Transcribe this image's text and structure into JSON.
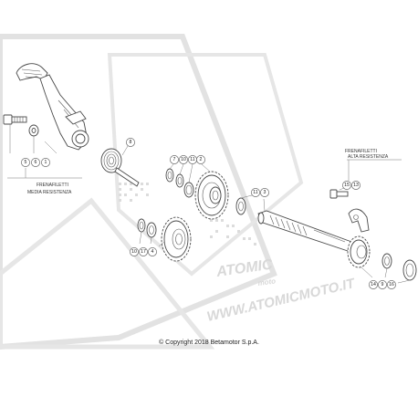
{
  "callouts": {
    "c5": "5",
    "c6": "6",
    "c1": "1",
    "c8": "8",
    "c7": "7",
    "c10a": "10",
    "c11a": "11",
    "c2": "2",
    "c11b": "11",
    "c3": "3",
    "c10b": "10",
    "c17": "17",
    "c4": "4",
    "c15": "15",
    "c13": "13",
    "c14": "14",
    "c9": "9",
    "c16": "16"
  },
  "notes": {
    "left_line1": "FRENAFILETTI",
    "left_line2": "MEDIA RESISTENZA",
    "right_line1": "FRENAFILETTI",
    "right_line2": "ALTA RESISTENZA"
  },
  "watermark": {
    "url": "WWW.ATOMICMOTO.IT",
    "brand": "ATOMIC",
    "sub": "moto"
  },
  "footer": {
    "copyright": "© Copyright 2018 Betamotor S.p.A."
  },
  "colors": {
    "line": "#4a4a4a",
    "watermark": "#d8d8d8",
    "background": "#ffffff"
  }
}
